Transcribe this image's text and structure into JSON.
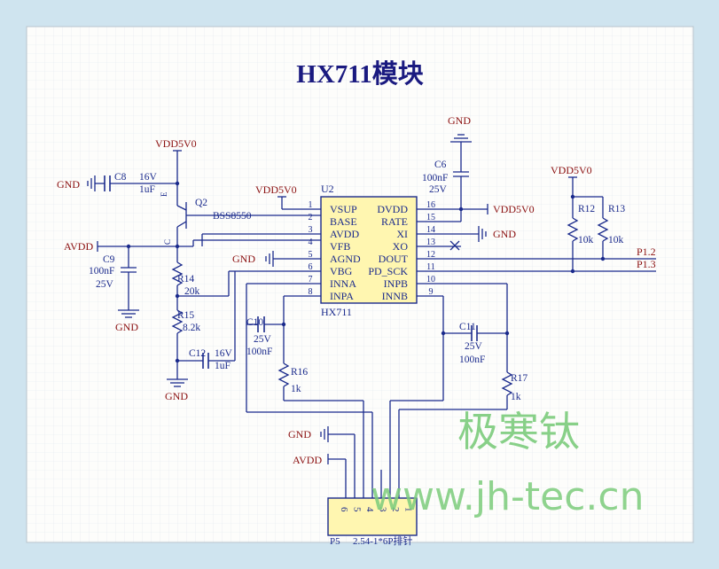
{
  "title": "HX711模块",
  "watermark": {
    "brand": "极寒钛",
    "url": "www.jh-tec.cn"
  },
  "colors": {
    "wire": "#1a2a8c",
    "part": "#1a2a8c",
    "label": "#8b1010",
    "chip_fill": "#fff6b0",
    "watermark": "#7ccc7c",
    "title": "#1a1a80"
  },
  "chip": {
    "ref": "U2",
    "name": "HX711",
    "left_pins": [
      {
        "num": "1",
        "name": "VSUP"
      },
      {
        "num": "2",
        "name": "BASE"
      },
      {
        "num": "3",
        "name": "AVDD"
      },
      {
        "num": "4",
        "name": "VFB"
      },
      {
        "num": "5",
        "name": "AGND"
      },
      {
        "num": "6",
        "name": "VBG"
      },
      {
        "num": "7",
        "name": "INNA"
      },
      {
        "num": "8",
        "name": "INPA"
      }
    ],
    "right_pins": [
      {
        "num": "16",
        "name": "DVDD"
      },
      {
        "num": "15",
        "name": "RATE"
      },
      {
        "num": "14",
        "name": "XI"
      },
      {
        "num": "13",
        "name": "XO"
      },
      {
        "num": "12",
        "name": "DOUT"
      },
      {
        "num": "11",
        "name": "PD_SCK"
      },
      {
        "num": "10",
        "name": "INPB"
      },
      {
        "num": "9",
        "name": "INNB"
      }
    ]
  },
  "net_labels": {
    "vdd_top": "VDD5V0",
    "vdd_u2": "VDD5V0",
    "vdd_c6": "VDD5V0",
    "vdd_r12": "VDD5V0",
    "gnd_c8": "GND",
    "gnd_c9": "GND",
    "gnd_c12": "GND",
    "gnd_u2": "GND",
    "gnd_c6": "GND",
    "gnd_xi": "GND",
    "gnd_p5": "GND",
    "avdd": "AVDD",
    "avdd_p5": "AVDD",
    "p12": "P1.2",
    "p13": "P1.3"
  },
  "components": {
    "q2": {
      "ref": "Q2",
      "part": "BSS8550",
      "e": "E",
      "c": "C"
    },
    "c8": {
      "ref": "C8",
      "v": "16V",
      "val": "1uF"
    },
    "c9": {
      "ref": "C9",
      "val": "100nF",
      "v": "25V"
    },
    "c12": {
      "ref": "C12",
      "v": "16V",
      "val": "1uF"
    },
    "c6": {
      "ref": "C6",
      "val": "100nF",
      "v": "25V"
    },
    "c10": {
      "ref": "C10",
      "v": "25V",
      "val": "100nF"
    },
    "c11": {
      "ref": "C11",
      "v": "25V",
      "val": "100nF"
    },
    "r14": {
      "ref": "R14",
      "val": "20k"
    },
    "r15": {
      "ref": "R15",
      "val": "8.2k"
    },
    "r16": {
      "ref": "R16",
      "val": "1k"
    },
    "r17": {
      "ref": "R17",
      "val": "1k"
    },
    "r12": {
      "ref": "R12",
      "val": "10k"
    },
    "r13": {
      "ref": "R13",
      "val": "10k"
    }
  },
  "connector": {
    "ref": "P5",
    "desc": "2.54-1*6P排针",
    "pins": [
      "6",
      "5",
      "4",
      "3",
      "2",
      "1"
    ]
  }
}
